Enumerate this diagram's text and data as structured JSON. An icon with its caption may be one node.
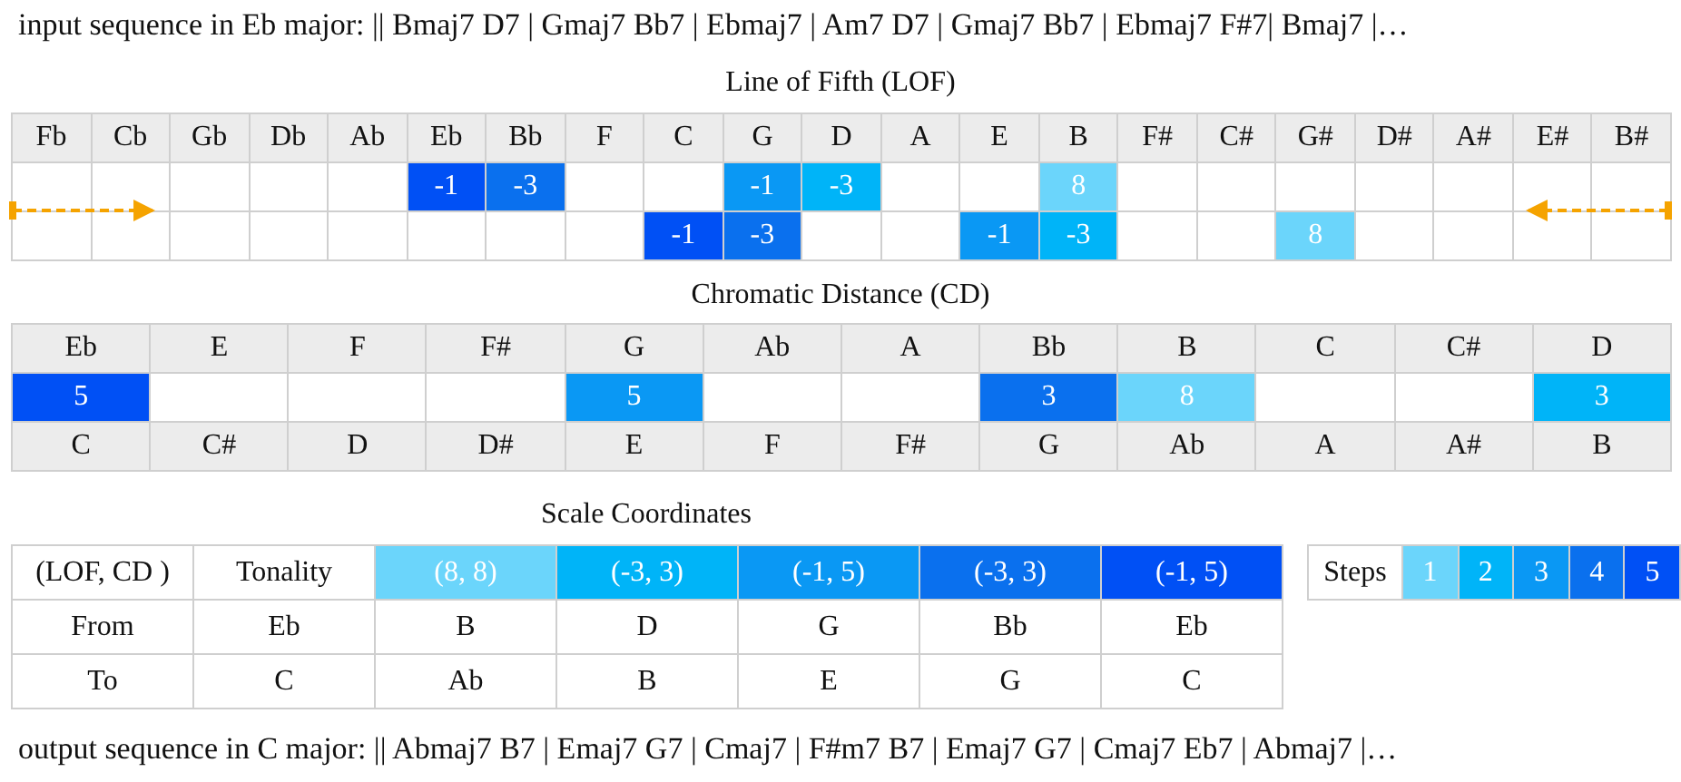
{
  "diagram": {
    "labels": [
      "input sequence in Eb major: || Bmaj7 D7 | Gmaj7 Bb7 | Ebmaj7 | Am7 D7 | Gmaj7 Bb7 | Ebmaj7 F#7| Bmaj7 |…",
      "Line of Fifth (LOF)",
      "Fb",
      "Cb",
      "Gb",
      "Db",
      "Ab",
      "Eb",
      "Bb",
      "F",
      "C",
      "G",
      "D",
      "A",
      "E",
      "B",
      "F#",
      "C#",
      "G#",
      "D#",
      "A#",
      "E#",
      "B#",
      "-1",
      "-3",
      "-1",
      "-3",
      "8",
      "-1",
      "-3",
      "-1",
      "-3",
      "8",
      "Chromatic Distance (CD)",
      "Eb",
      "E",
      "F",
      "F#",
      "G",
      "Ab",
      "A",
      "Bb",
      "B",
      "C",
      "C#",
      "D",
      "5",
      "5",
      "3",
      "8",
      "3",
      "C",
      "C#",
      "D",
      "D#",
      "E",
      "F",
      "F#",
      "G",
      "Ab",
      "A",
      "A#",
      "B",
      "Scale Coordinates",
      "(LOF, CD )",
      "Tonality",
      "(8, 8)",
      "(-3, 3)",
      "(-1, 5)",
      "(-3, 3)",
      "(-1, 5)",
      "From",
      "Eb",
      "B",
      "D",
      "G",
      "Bb",
      "Eb",
      "To",
      "C",
      "Ab",
      "B",
      "E",
      "G",
      "C",
      "Steps",
      "output sequence in C major: || Abmaj7 B7 | Emaj7 G7 | Cmaj7 | F#m7 B7 | Emaj7 G7 | Cmaj7 Eb7 | Abmaj7 |…"
    ],
    "legend": [
      {
        "text": "1",
        "color": "#6bd5fb"
      },
      {
        "text": "2",
        "color": "#00b4f8"
      },
      {
        "text": "3",
        "color": "#0a98f4"
      },
      {
        "text": "4",
        "color": "#0a70ee"
      },
      {
        "text": "5",
        "color": "#0050f5"
      }
    ]
  }
}
